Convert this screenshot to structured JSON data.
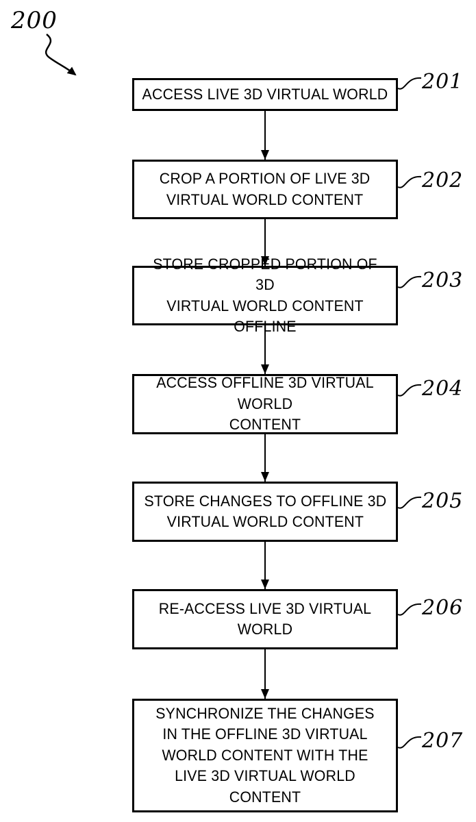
{
  "figure": {
    "number": "200"
  },
  "steps": [
    {
      "ref": "201",
      "text": "ACCESS LIVE 3D VIRTUAL WORLD"
    },
    {
      "ref": "202",
      "text": "CROP A PORTION OF LIVE 3D\nVIRTUAL WORLD CONTENT"
    },
    {
      "ref": "203",
      "text": "STORE CROPPED PORTION OF 3D\nVIRTUAL WORLD CONTENT OFFLINE"
    },
    {
      "ref": "204",
      "text": "ACCESS OFFLINE 3D VIRTUAL WORLD\nCONTENT"
    },
    {
      "ref": "205",
      "text": "STORE CHANGES TO OFFLINE 3D\nVIRTUAL WORLD CONTENT"
    },
    {
      "ref": "206",
      "text": "RE-ACCESS LIVE 3D VIRTUAL\nWORLD"
    },
    {
      "ref": "207",
      "text": "SYNCHRONIZE THE CHANGES\nIN THE OFFLINE 3D VIRTUAL\nWORLD CONTENT WITH THE\nLIVE 3D VIRTUAL WORLD CONTENT"
    }
  ],
  "colors": {
    "ink": "#000000",
    "background": "#ffffff"
  }
}
